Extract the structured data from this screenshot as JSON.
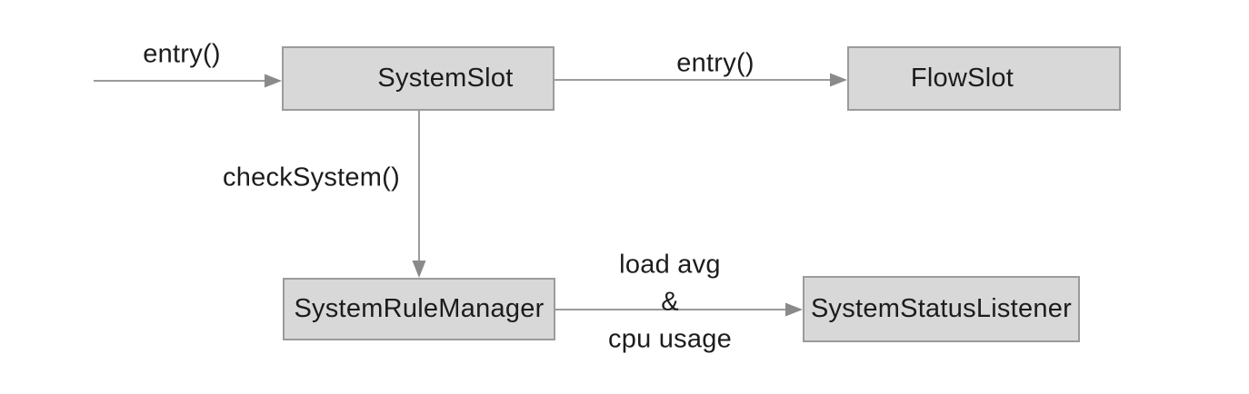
{
  "diagram": {
    "colors": {
      "background": "#ffffff",
      "node_fill": "#d8d8d8",
      "node_border": "#9b9b9b",
      "edge_line": "#9b9b9b",
      "arrowhead": "#8a8a8a",
      "text": "#1c1c1c"
    },
    "nodes": [
      {
        "id": "system-slot",
        "label": "SystemSlot"
      },
      {
        "id": "flow-slot",
        "label": "FlowSlot"
      },
      {
        "id": "system-rule-manager",
        "label": "SystemRuleManager"
      },
      {
        "id": "system-status-listener",
        "label": "SystemStatusListener"
      }
    ],
    "edges": [
      {
        "from": "start",
        "to": "system-slot",
        "label": "entry()"
      },
      {
        "from": "system-slot",
        "to": "flow-slot",
        "label": "entry()"
      },
      {
        "from": "system-slot",
        "to": "system-rule-manager",
        "label": "checkSystem()"
      },
      {
        "from": "system-rule-manager",
        "to": "system-status-listener",
        "label": "load avg & cpu usage",
        "label_lines": [
          "load avg",
          "&",
          "cpu usage"
        ]
      }
    ]
  }
}
